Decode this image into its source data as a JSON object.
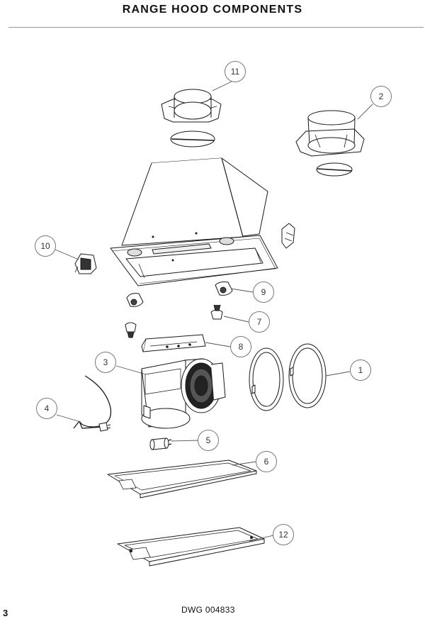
{
  "title": "RANGE HOOD COMPONENTS",
  "callouts": {
    "c1": "1",
    "c2": "2",
    "c3": "3",
    "c4": "4",
    "c5": "5",
    "c6": "6",
    "c7": "7",
    "c8": "8",
    "c9": "9",
    "c10": "10",
    "c11": "11",
    "c12": "12"
  },
  "footer": {
    "page_number": "3",
    "drawing_number": "DWG 004833"
  },
  "colors": {
    "line": "#1a1a1a",
    "callout_border": "#777777",
    "leader": "#555555"
  },
  "parts": {
    "c1": "round-collar",
    "c2": "duct-adapter",
    "c3": "blower-motor",
    "c4": "power-cord",
    "c5": "capacitor",
    "c6": "grease-filter",
    "c7": "lamp",
    "c8": "control-panel",
    "c9": "lamp-socket",
    "c10": "bracket",
    "c11": "duct-adapter-top",
    "c12": "charcoal-filter"
  }
}
